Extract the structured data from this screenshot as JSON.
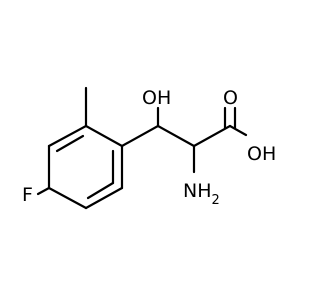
{
  "molecule": {
    "atoms": {
      "hydroxyl": "OH",
      "carbonyl_oxygen": "O",
      "acid_hydroxyl": "OH",
      "amine": "NH",
      "amine_subscript": "2",
      "fluorine": "F"
    },
    "colors": {
      "bond": "#000000",
      "label": "#000000",
      "background": "#ffffff"
    }
  }
}
